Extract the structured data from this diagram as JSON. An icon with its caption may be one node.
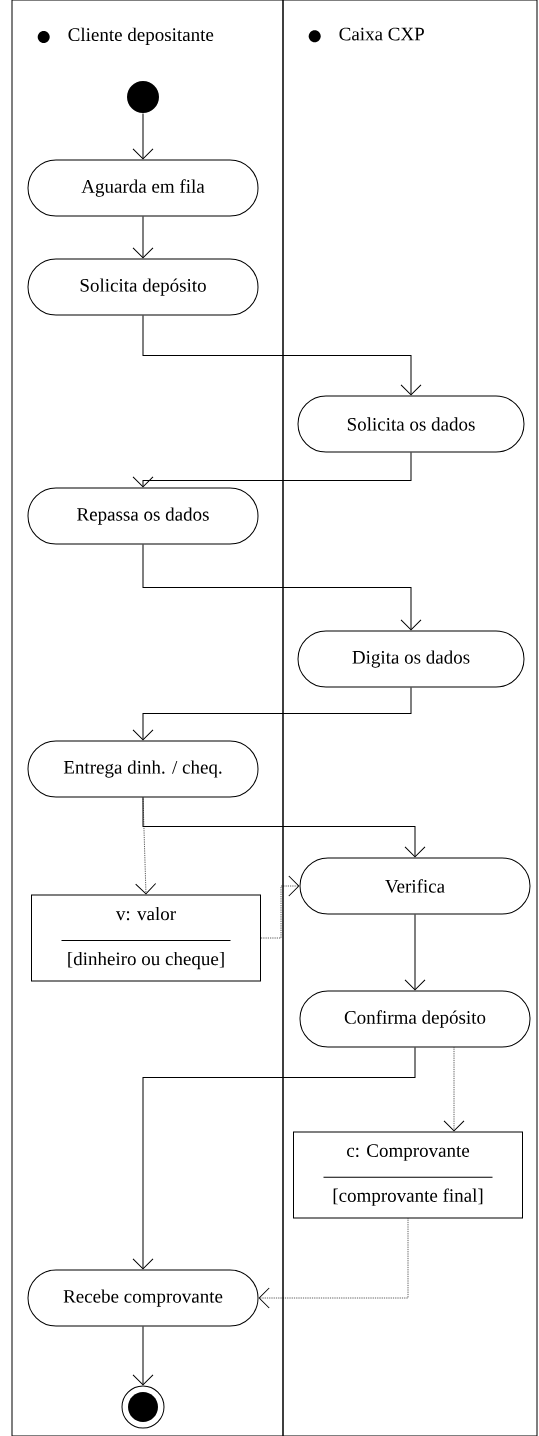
{
  "diagram": {
    "nodes": [
      {
        "text": [
          "Cliente depositante"
        ]
      },
      {
        "text": [
          "Caixa CXP"
        ]
      },
      {
        "text": [],
        "shape": "circle",
        "in": 0
      },
      {
        "text": [
          "Aguarda em fila"
        ],
        "in": 0
      },
      {
        "text": [
          "Solicita depósito"
        ],
        "in": 0
      },
      {
        "text": [
          "Solicita os dados"
        ],
        "in": 1
      },
      {
        "text": [
          "Repassa os dados"
        ],
        "in": 0
      },
      {
        "text": [
          "Digita os dados"
        ],
        "in": 1
      },
      {
        "text": [
          "Entrega dinh. / cheq."
        ],
        "in": 0
      },
      {
        "text": [
          "Verifica"
        ],
        "in": 1
      },
      {
        "text": [
          "v: valor",
          "[dinheiro ou cheque]"
        ],
        "in": 0
      },
      {
        "text": [
          "Confirma depósito"
        ],
        "in": 1
      },
      {
        "text": [
          "c: Comprovante",
          "[comprovante  final]"
        ],
        "in": 1
      },
      {
        "text": [
          "Recebe comprovante"
        ],
        "in": 0
      },
      {
        "text": [],
        "shape": "circle",
        "in": 0
      }
    ],
    "edges": [
      {
        "from": 2,
        "to": 3,
        "arrow": "to"
      },
      {
        "from": 3,
        "to": 4,
        "arrow": "to"
      },
      {
        "from": 4,
        "to": 5,
        "arrow": "to"
      },
      {
        "from": 5,
        "to": 6,
        "arrow": "to"
      },
      {
        "from": 6,
        "to": 7,
        "arrow": "to"
      },
      {
        "from": 7,
        "to": 8,
        "arrow": "to"
      },
      {
        "from": 8,
        "to": 9,
        "arrow": "to"
      },
      {
        "from": 8,
        "to": 10,
        "arrow": "to",
        "style": "dashed"
      },
      {
        "from": 10,
        "to": 9,
        "arrow": "to",
        "style": "dashed"
      },
      {
        "from": 9,
        "to": 11,
        "arrow": "to"
      },
      {
        "from": 11,
        "to": 13,
        "arrow": "to"
      },
      {
        "from": 11,
        "to": 12,
        "arrow": "to",
        "style": "dashed"
      },
      {
        "from": 12,
        "to": 13,
        "arrow": "to",
        "style": "dashed"
      },
      {
        "from": 13,
        "to": 14,
        "arrow": "to"
      }
    ]
  }
}
